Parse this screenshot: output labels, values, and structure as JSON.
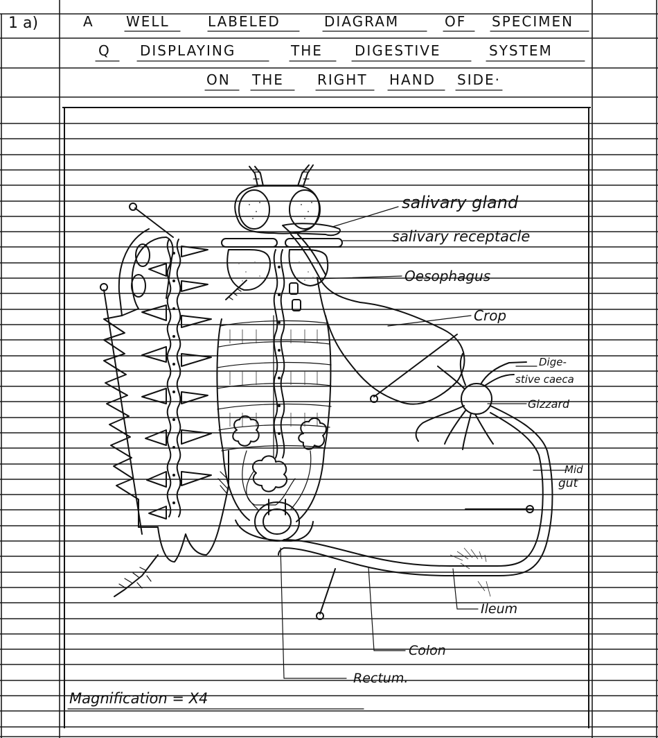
{
  "question_number": "1 a)",
  "heading": {
    "line1_words": [
      "A",
      "WELL",
      "LABELED",
      "DIAGRAM",
      "OF",
      "SPECIMEN"
    ],
    "line2_words": [
      "Q",
      "DISPLAYING",
      "THE",
      "DIGESTIVE",
      "SYSTEM"
    ],
    "line3_words": [
      "ON",
      "THE",
      "RIGHT",
      "HAND",
      "SIDE·"
    ]
  },
  "labels": {
    "salivary_gland": "salivary gland",
    "salivary_receptacle": "salivary receptacle",
    "oesophagus": "Oesophagus",
    "crop": "Crop",
    "digestive_caeca_1": "Dige-",
    "digestive_caeca_2": "stive caeca",
    "gizzard": "Gizzard",
    "midgut_1": "Mid",
    "midgut_2": "gut",
    "ileum": "Ileum",
    "colon": "Colon",
    "rectum": "Rectum."
  },
  "magnification": "Magnification = X4",
  "colors": {
    "paper": "#ffffff",
    "ruling": "#1a1a1a",
    "ink": "#111111"
  }
}
